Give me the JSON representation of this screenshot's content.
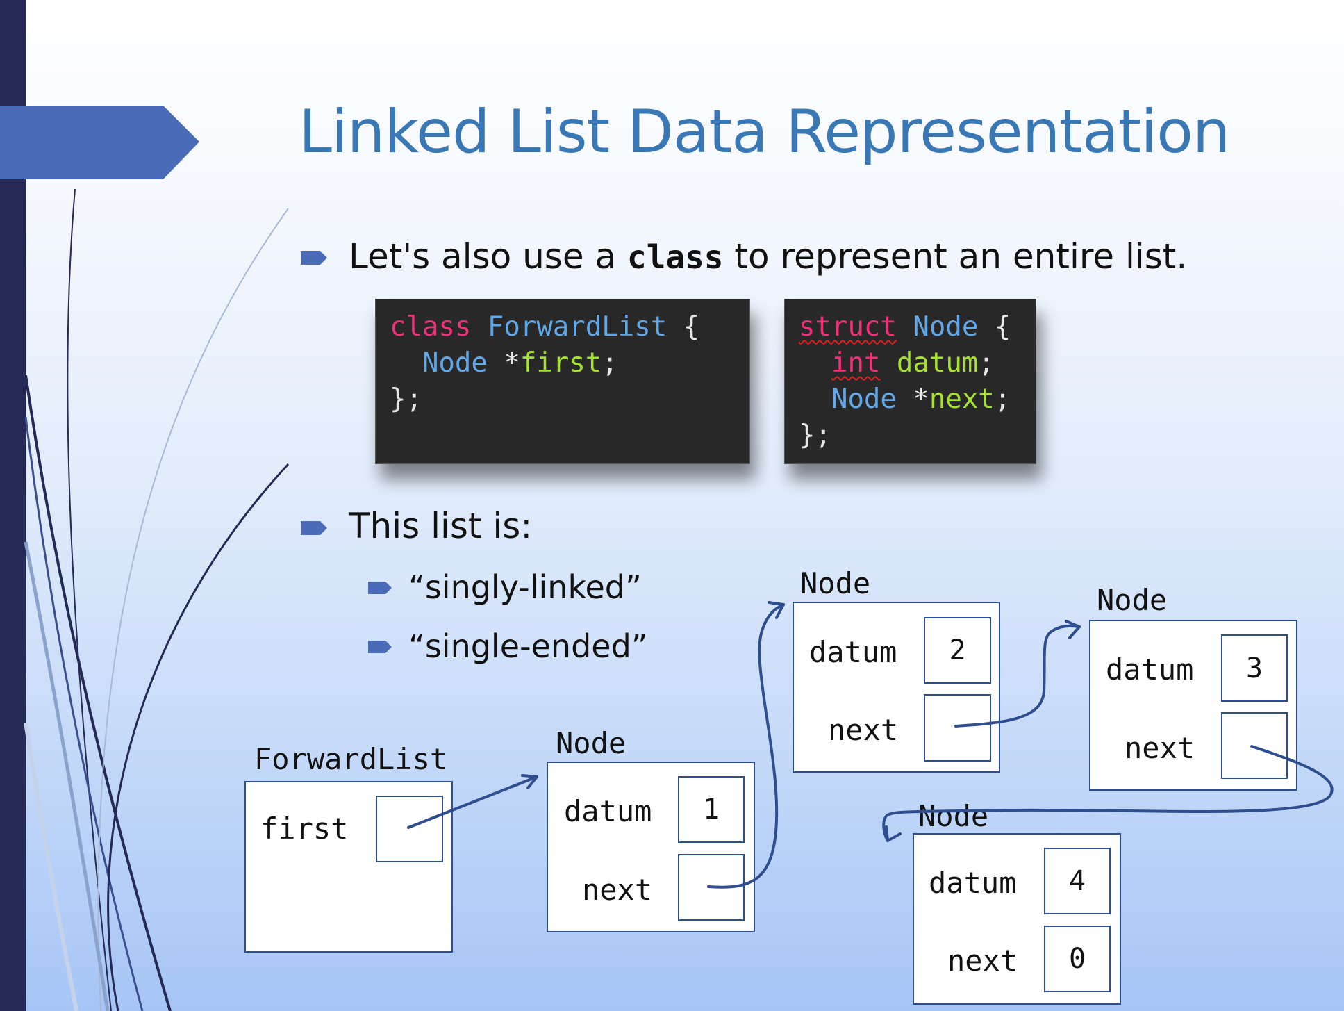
{
  "title": "Linked List Data Representation",
  "bullets": {
    "b1_before": "Let's also use a ",
    "b1_code": "class",
    "b1_after": " to represent an entire list.",
    "b2": "This list is:",
    "sub1": "“singly-linked”",
    "sub2": "“single-ended”"
  },
  "code_forwardlist": {
    "kw_class": "class",
    "name": "ForwardList",
    "brace_open": " {",
    "indent1": "  ",
    "type_node": "Node",
    "star": " *",
    "field_first": "first",
    "semi": ";",
    "close": "};"
  },
  "code_node": {
    "kw_struct": "struct",
    "name": "Node",
    "brace_open": " {",
    "indent1": "  ",
    "kw_int": "int",
    "space": " ",
    "field_datum": "datum",
    "semi": ";",
    "type_node": "Node",
    "star": " *",
    "field_next": "next",
    "close": "};"
  },
  "diagram": {
    "forwardlist": {
      "label": "ForwardList",
      "field": "first"
    },
    "nodes": [
      {
        "label": "Node",
        "datum_label": "datum",
        "next_label": "next",
        "datum": "1",
        "next": ""
      },
      {
        "label": "Node",
        "datum_label": "datum",
        "next_label": "next",
        "datum": "2",
        "next": ""
      },
      {
        "label": "Node",
        "datum_label": "datum",
        "next_label": "next",
        "datum": "3",
        "next": ""
      },
      {
        "label": "Node",
        "datum_label": "datum",
        "next_label": "next",
        "datum": "4",
        "next": "0"
      }
    ]
  },
  "colors": {
    "title": "#3a78b5",
    "left_bar": "#242a55",
    "accent_tab": "#4a6cb8",
    "bullet": "#4a6cb8",
    "diagram_stroke": "#2e4e8f",
    "keyword": "#f0317a",
    "type": "#62a7e8",
    "identifier": "#a6e22e",
    "code_bg": "#282828"
  }
}
